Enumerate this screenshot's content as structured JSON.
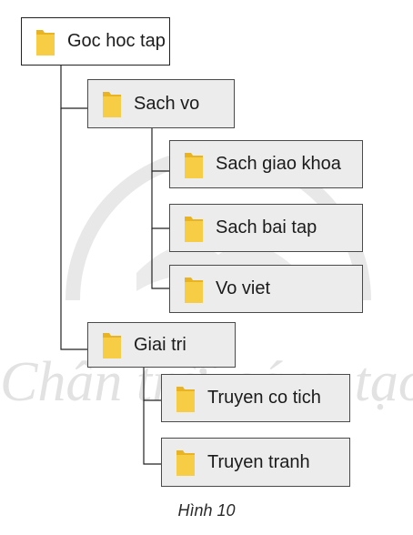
{
  "tree": {
    "root": "Goc hoc tap",
    "sach_vo": {
      "label": "Sach vo",
      "children": [
        "Sach giao khoa",
        "Sach bai tap",
        "Vo viet"
      ]
    },
    "giai_tri": {
      "label": "Giai tri",
      "children": [
        "Truyen co tich",
        "Truyen tranh"
      ]
    }
  },
  "caption": "Hình 10",
  "watermark": "Chân trời sáng tạo",
  "colors": {
    "node_fill": "#ececec",
    "node_border": "#4a4a4a",
    "folder_yellow": "#f2c230",
    "connector": "#222222"
  },
  "icons": {
    "folder": "folder-icon"
  }
}
